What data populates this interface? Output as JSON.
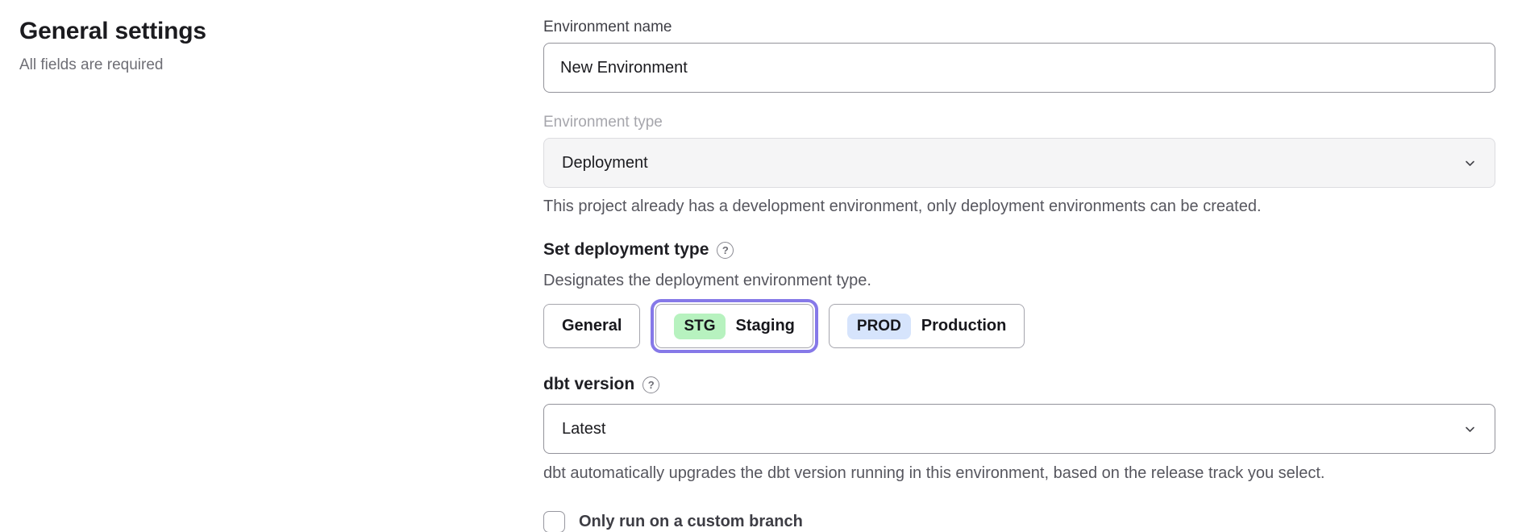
{
  "left_panel": {
    "title": "General settings",
    "subtitle": "All fields are required"
  },
  "form": {
    "environment_name": {
      "label": "Environment name",
      "value": "New Environment"
    },
    "environment_type": {
      "label": "Environment type",
      "value": "Deployment",
      "disabled": true,
      "helper": "This project already has a development environment, only deployment environments can be created."
    },
    "deployment_type": {
      "label": "Set deployment type",
      "description": "Designates the deployment environment type.",
      "options": [
        {
          "label": "General",
          "badge": "",
          "selected": false
        },
        {
          "label": "Staging",
          "badge": "STG",
          "selected": true
        },
        {
          "label": "Production",
          "badge": "PROD",
          "selected": false
        }
      ]
    },
    "dbt_version": {
      "label": "dbt version",
      "value": "Latest",
      "helper": "dbt automatically upgrades the dbt version running in this environment, based on the release track you select."
    },
    "custom_branch": {
      "label": "Only run on a custom branch",
      "checked": false
    }
  },
  "icons": {
    "help_glyph": "?",
    "chevron_down": "chevron-down"
  },
  "colors": {
    "selected_ring_purple": "#8679e8",
    "staging_badge_green": "#b7f2bf",
    "production_badge_blue": "#d6e4fc",
    "disabled_field_bg": "#f5f5f6"
  }
}
